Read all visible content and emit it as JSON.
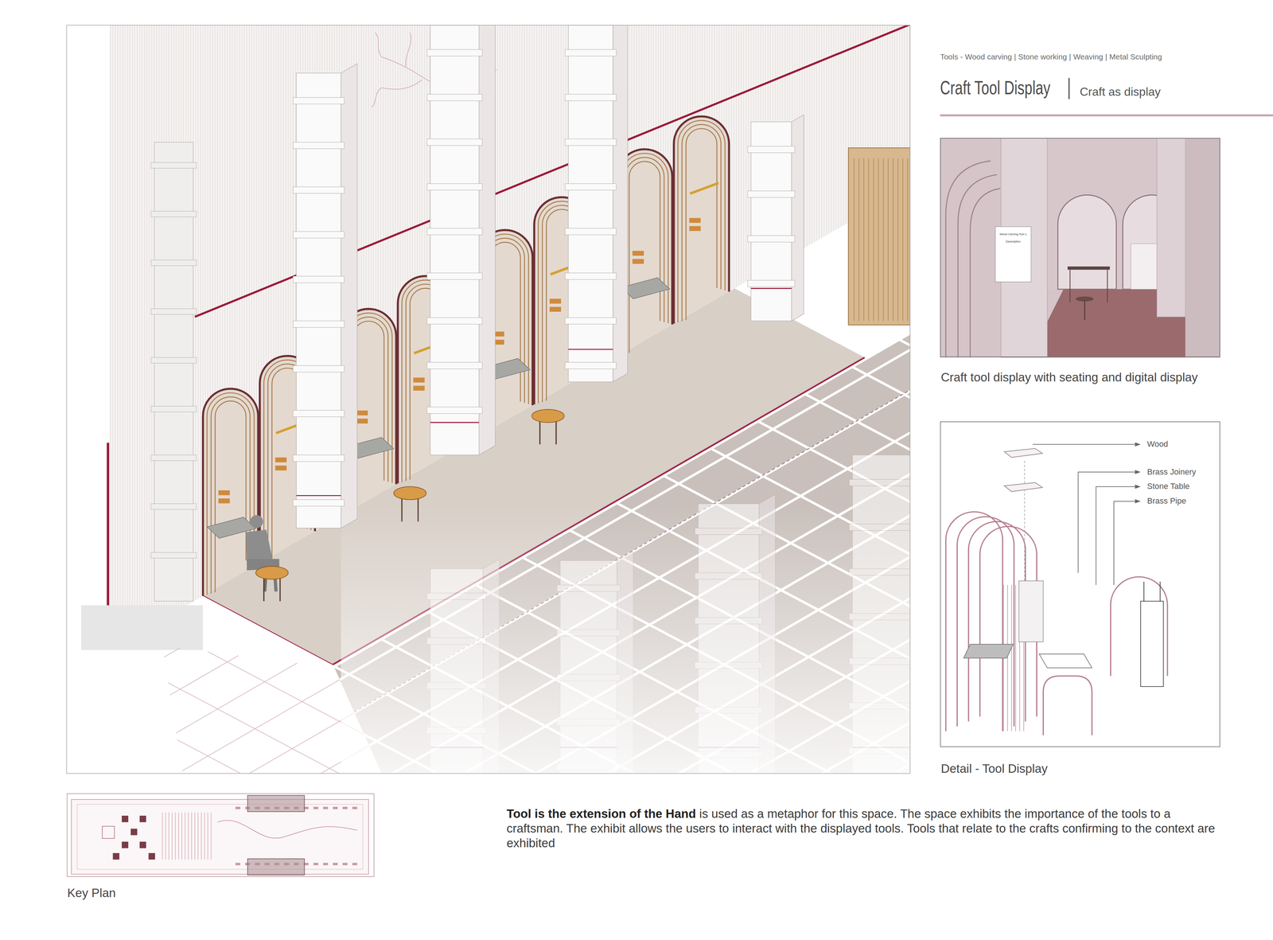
{
  "diagram": {
    "title": "Craft Tool Display",
    "nodes": [
      {
        "text": [
          "Craft tool display with seating and digital display"
        ]
      },
      {
        "text": [
          "Detail - Tool Display"
        ]
      },
      {
        "text": [
          "Key Plan"
        ]
      }
    ],
    "labels": [
      "Tools - Wood carving | Stone working | Weaving | Metal Sculpting",
      "Craft as display",
      "Wood Carving Tool 1",
      "Description",
      "Wood",
      "Brass Joinery",
      "Stone Table",
      "Brass Pipe",
      "Tool is the extension of the Hand",
      "is used as a metaphor for this space. The space exhibits the importance of the tools to a craftsman. The exhibit allows the users to interact with the displayed tools. Tools that relate to the crafts confirming to the context are exhibited"
    ]
  }
}
